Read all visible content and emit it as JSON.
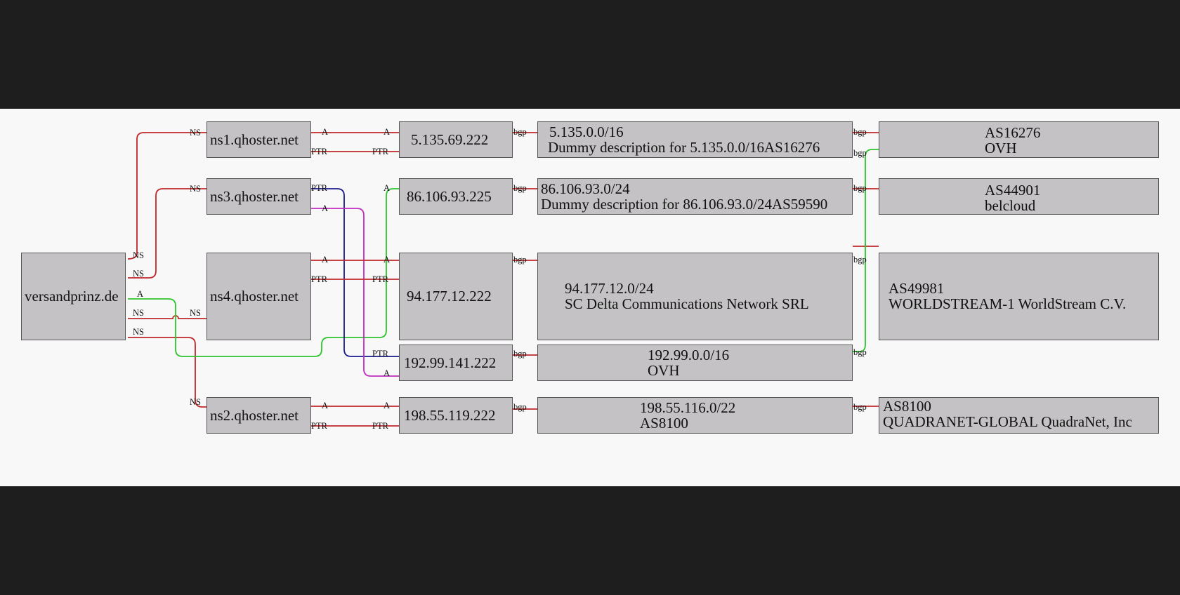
{
  "nodes": {
    "domain": "versandprinz.de",
    "ns1": "ns1.qhoster.net",
    "ns3": "ns3.qhoster.net",
    "ns4": "ns4.qhoster.net",
    "ns2": "ns2.qhoster.net",
    "ip1": "5.135.69.222",
    "ip2": "86.106.93.225",
    "ip3": "94.177.12.222",
    "ip4": "192.99.141.222",
    "ip5": "198.55.119.222",
    "pfx1": {
      "line1": "5.135.0.0/16",
      "line2": "Dummy description for 5.135.0.0/16AS16276"
    },
    "pfx2": {
      "line1": "86.106.93.0/24",
      "line2": "Dummy description for 86.106.93.0/24AS59590"
    },
    "pfx3": {
      "line1": "94.177.12.0/24",
      "line2": "SC Delta Communications Network SRL"
    },
    "pfx4": {
      "line1": "192.99.0.0/16",
      "line2": "OVH"
    },
    "pfx5": {
      "line1": "198.55.116.0/22",
      "line2": "AS8100"
    },
    "as1": {
      "line1": "AS16276",
      "line2": "OVH"
    },
    "as2": {
      "line1": "AS44901",
      "line2": "belcloud"
    },
    "as3": {
      "line1": "AS49981",
      "line2": "WORLDSTREAM-1 WorldStream C.V."
    },
    "as5": {
      "line1": "AS8100",
      "line2": "QUADRANET-GLOBAL QuadraNet, Inc"
    }
  },
  "edge_labels": {
    "ns": "NS",
    "a": "A",
    "ptr": "PTR",
    "bgp": "bgp"
  },
  "colors": {
    "ns_edge": "#c0282a",
    "a_edge": "#c0282a",
    "ptr_edge": "#c0282a",
    "domain_a_edge": "#2ec42e",
    "ns3_ptr_edge": "#1a1a8c",
    "ns3_a_edge": "#c02cc0",
    "bgp_green_edge": "#2ec42e",
    "node_fill": "#c4c2c4",
    "background": "#f8f8f8"
  }
}
